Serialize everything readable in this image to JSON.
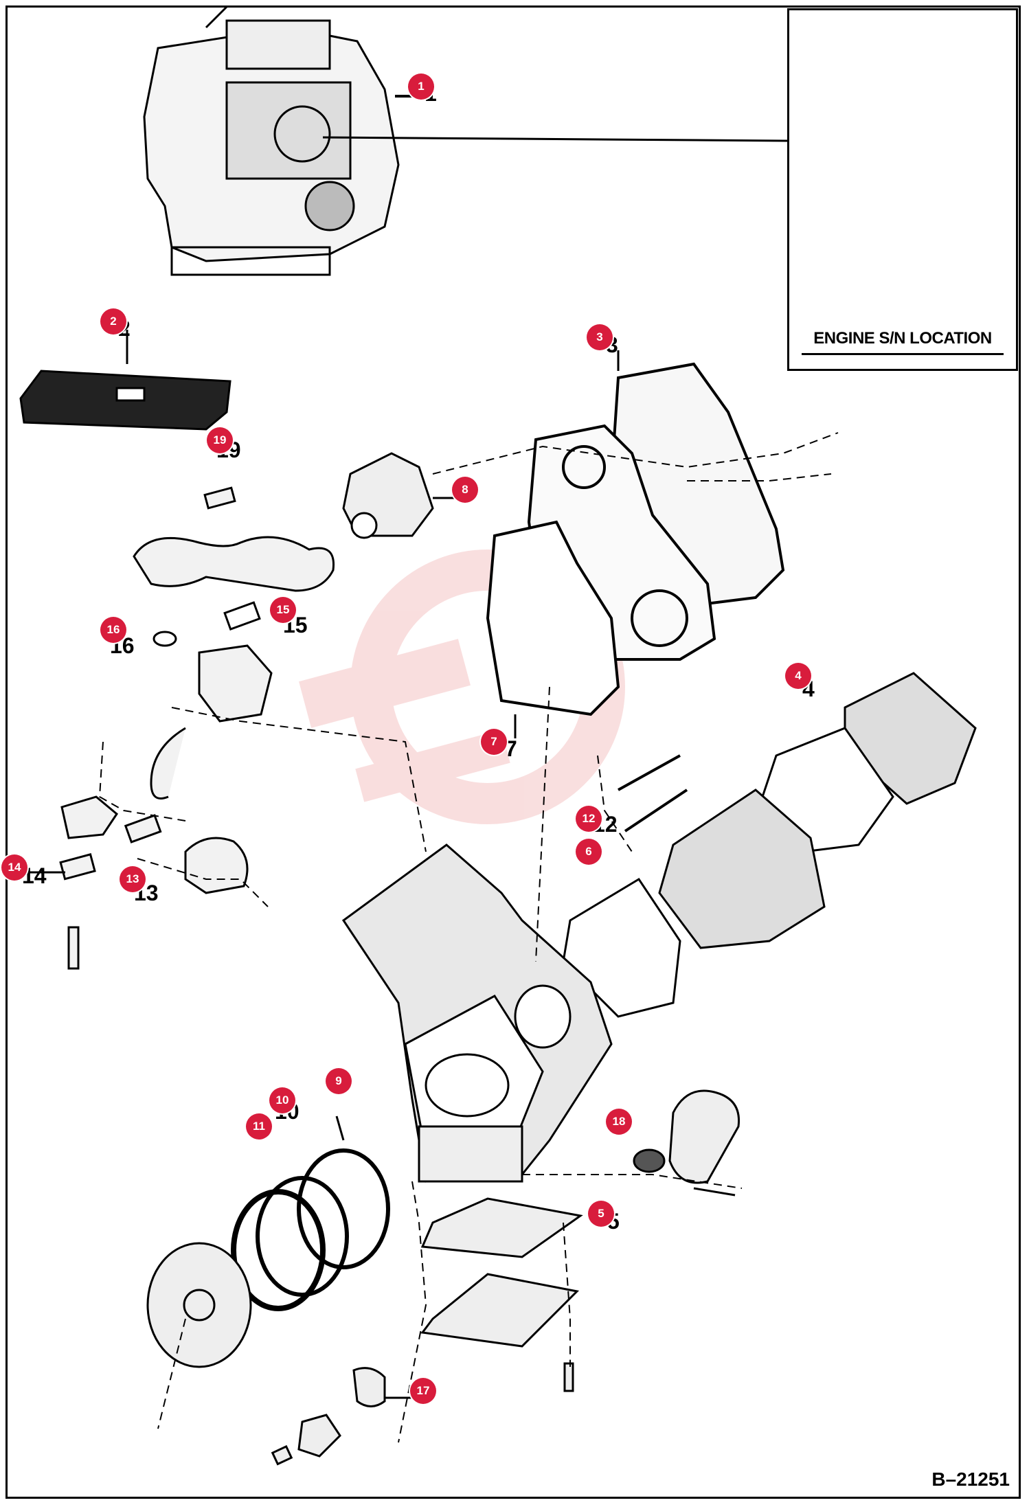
{
  "inset": {
    "caption": "ENGINE S/N LOCATION"
  },
  "drawing_code": "B–21251",
  "callouts": [
    {
      "id": "1",
      "label": "1"
    },
    {
      "id": "2",
      "label": "2"
    },
    {
      "id": "3",
      "label": "3"
    },
    {
      "id": "4",
      "label": "4"
    },
    {
      "id": "5",
      "label": "5"
    },
    {
      "id": "6",
      "label": "6"
    },
    {
      "id": "7",
      "label": "7"
    },
    {
      "id": "8",
      "label": "8"
    },
    {
      "id": "9",
      "label": "9"
    },
    {
      "id": "10",
      "label": "10"
    },
    {
      "id": "11",
      "label": "11"
    },
    {
      "id": "12",
      "label": "12"
    },
    {
      "id": "13",
      "label": "13"
    },
    {
      "id": "14",
      "label": "14"
    },
    {
      "id": "15",
      "label": "15"
    },
    {
      "id": "16",
      "label": "16"
    },
    {
      "id": "17",
      "label": "17"
    },
    {
      "id": "18",
      "label": "18"
    },
    {
      "id": "19",
      "label": "19"
    }
  ],
  "colors": {
    "callout": "#d81c3c",
    "line": "#000000",
    "watermark": "#f2c4c4"
  }
}
